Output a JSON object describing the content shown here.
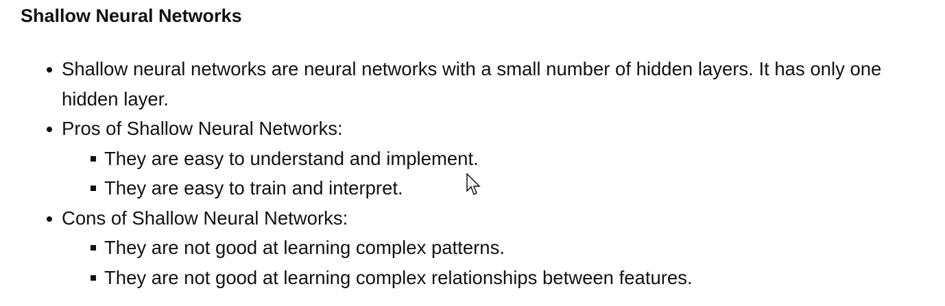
{
  "title": "Shallow Neural Networks",
  "bullets": [
    {
      "text": "Shallow neural networks are neural networks with a small number of hidden layers. It has only one hidden layer."
    },
    {
      "text": "Pros of Shallow Neural Networks:",
      "sub": [
        "They are easy to understand and implement.",
        "They are easy to train and interpret."
      ]
    },
    {
      "text": "Cons of Shallow Neural Networks:",
      "sub": [
        "They are not good at learning complex patterns.",
        "They are not good at learning complex relationships between features."
      ]
    }
  ]
}
